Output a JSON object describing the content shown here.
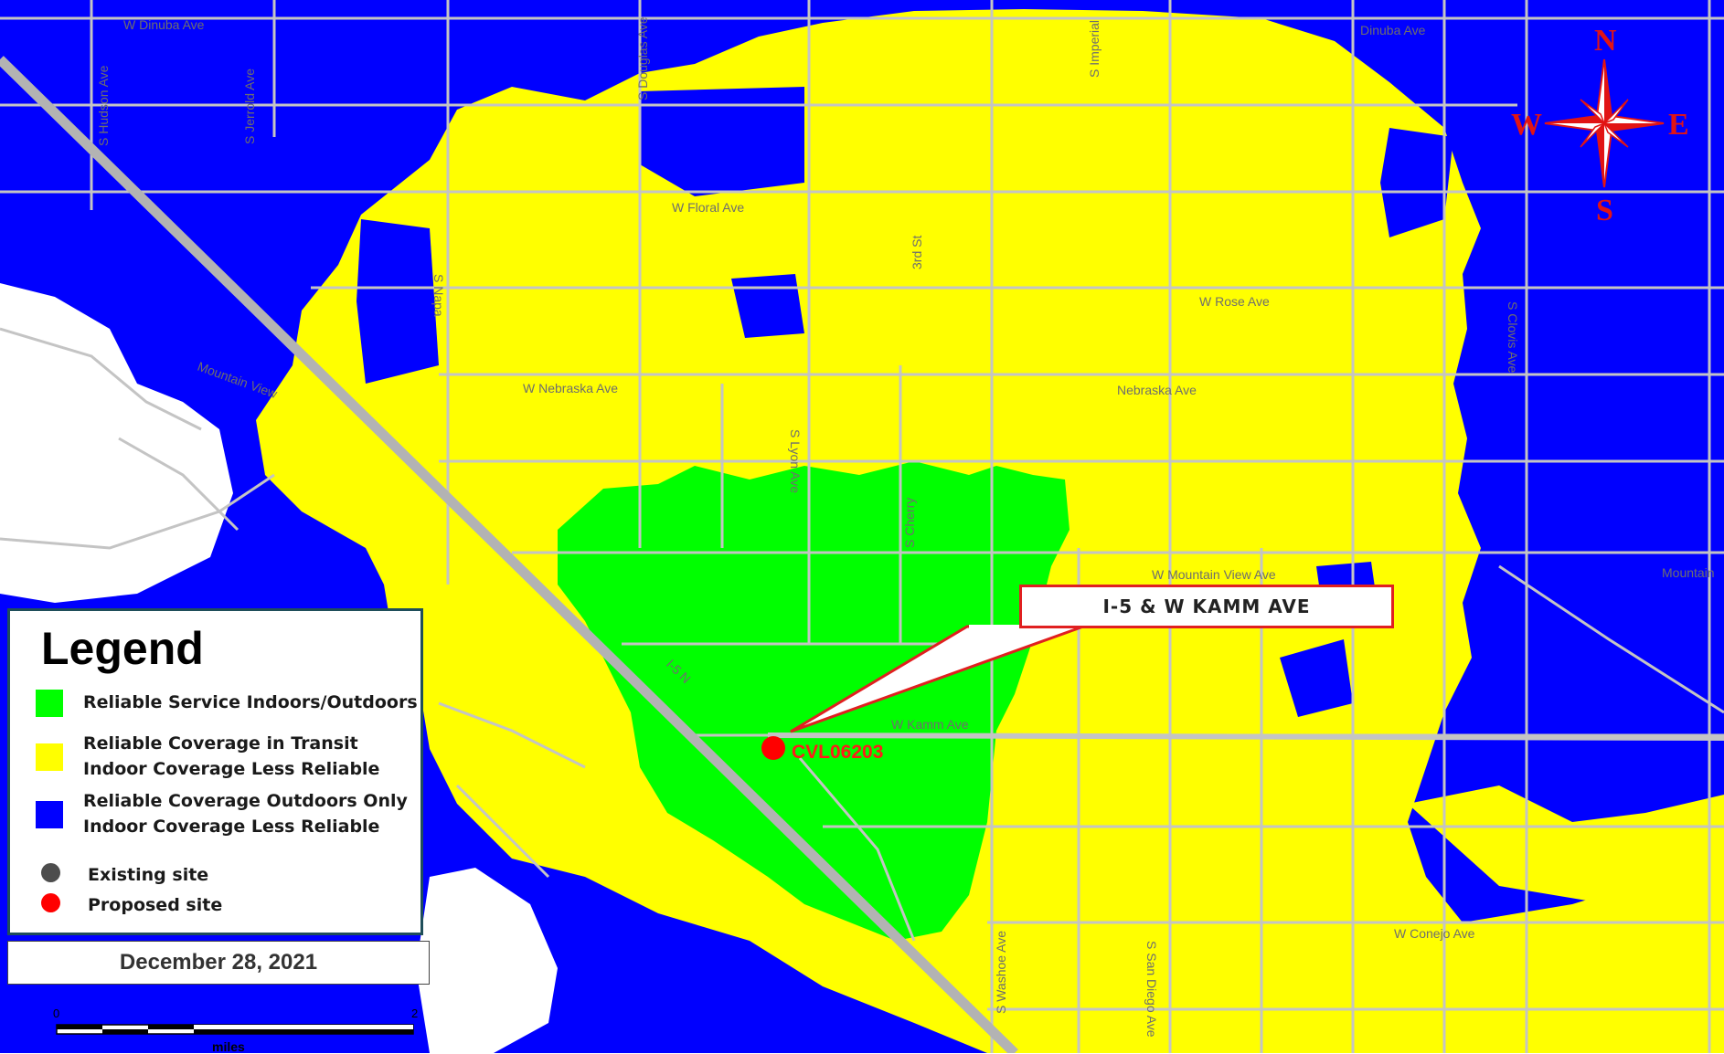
{
  "colors": {
    "reliable_indoor_outdoor": "#00ff00",
    "transit": "#ffff00",
    "outdoor_only": "#0000ff",
    "road": "#c4c4c4",
    "existing_site": "#4d4d4d",
    "proposed_site": "#ff0000",
    "compass": "#e11414"
  },
  "compass": {
    "north": "N",
    "south": "S",
    "east": "E",
    "west": "W"
  },
  "roads": {
    "dinuba": "W Dinuba Ave",
    "dinuba_east": "Dinuba Ave",
    "hudson": "S Hudson Ave",
    "jerrold": "S Jerrold Ave",
    "douglas": "S Douglas Ave",
    "imperial": "S Imperial",
    "floral": "W Floral Ave",
    "napa": "S Napa",
    "third": "3rd St",
    "rose": "W Rose Ave",
    "clovis": "S Clovis Ave",
    "nebraska_w": "W Nebraska Ave",
    "nebraska_e": "Nebraska Ave",
    "mountain_view_w": "Mountain View",
    "lyon": "S Lyon Ave",
    "mountain_view": "W Mountain View Ave",
    "mountain_east": "Mountain",
    "kamm": "W Kamm Ave",
    "i5": "I-5 N",
    "cherry": "S Cherry",
    "washoe": "S Washoe Ave",
    "san_diego": "S San Diego Ave",
    "conejo": "W Conejo Ave"
  },
  "site": {
    "id": "CVL06203",
    "type": "proposed"
  },
  "callout": {
    "label": "I-5 & W KAMM AVE"
  },
  "legend": {
    "title": "Legend",
    "items": [
      {
        "line1": "Reliable Service Indoors/Outdoors",
        "line2": ""
      },
      {
        "line1": "Reliable Coverage in Transit",
        "line2": "Indoor Coverage Less Reliable"
      },
      {
        "line1": "Reliable Coverage Outdoors Only",
        "line2": "Indoor Coverage Less Reliable"
      },
      {
        "line1": "Existing site",
        "line2": ""
      },
      {
        "line1": "Proposed site",
        "line2": ""
      }
    ]
  },
  "date": "December 28, 2021",
  "scale": {
    "start": "0",
    "end": "2",
    "unit": "miles"
  }
}
